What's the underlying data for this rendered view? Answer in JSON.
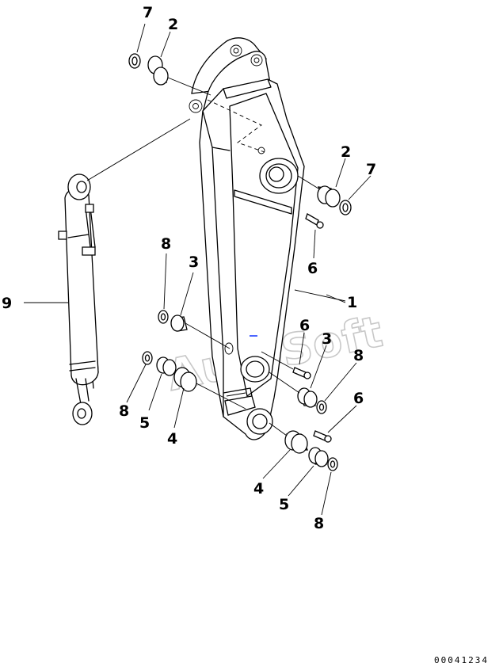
{
  "watermark": "AutoSoft",
  "drawing_code": "00041234",
  "callouts": [
    {
      "id": "c7a",
      "label": "7"
    },
    {
      "id": "c2a",
      "label": "2"
    },
    {
      "id": "c2b",
      "label": "2"
    },
    {
      "id": "c7b",
      "label": "7"
    },
    {
      "id": "c6a",
      "label": "6"
    },
    {
      "id": "c1",
      "label": "1"
    },
    {
      "id": "c9",
      "label": "9"
    },
    {
      "id": "c8a",
      "label": "8"
    },
    {
      "id": "c3a",
      "label": "3"
    },
    {
      "id": "c6b",
      "label": "6"
    },
    {
      "id": "c3b",
      "label": "3"
    },
    {
      "id": "c8b",
      "label": "8"
    },
    {
      "id": "c8c",
      "label": "8"
    },
    {
      "id": "c5a",
      "label": "5"
    },
    {
      "id": "c4a",
      "label": "4"
    },
    {
      "id": "c6c",
      "label": "6"
    },
    {
      "id": "c4b",
      "label": "4"
    },
    {
      "id": "c5b",
      "label": "5"
    },
    {
      "id": "c8d",
      "label": "8"
    }
  ]
}
